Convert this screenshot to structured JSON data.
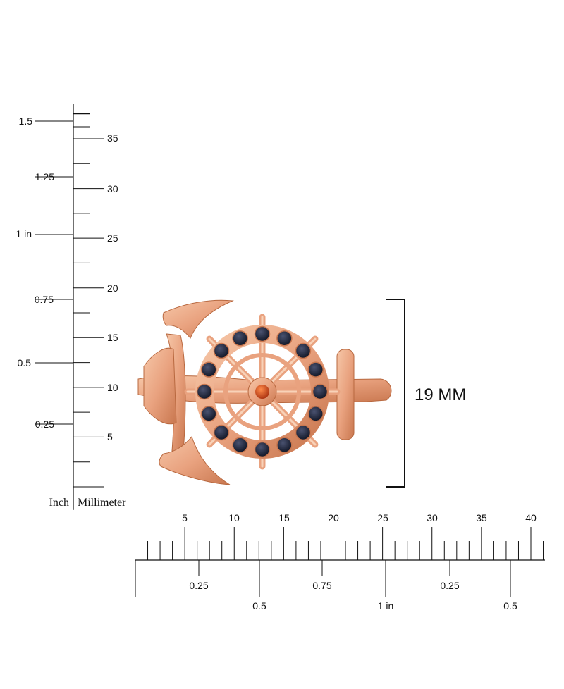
{
  "vertical_ruler": {
    "inch_labels": [
      "1.5",
      "1.25",
      "1 in",
      "0.75",
      "0.5",
      "0.25"
    ],
    "mm_labels": [
      "35",
      "30",
      "25",
      "20",
      "15",
      "10",
      "5"
    ],
    "unit_inch": "Inch",
    "unit_mm": "Millimeter"
  },
  "horizontal_ruler": {
    "mm_labels": [
      "5",
      "10",
      "15",
      "20",
      "25",
      "30",
      "35",
      "40"
    ],
    "inch_labels": [
      "0.25",
      "0.5",
      "0.75",
      "1 in",
      "0.25",
      "0.5"
    ]
  },
  "dimension": {
    "label": "19 MM"
  },
  "product": {
    "metal_color": "#e9a27f",
    "stone_color": "#141a2e",
    "center_stone_color": "#d2461e"
  }
}
